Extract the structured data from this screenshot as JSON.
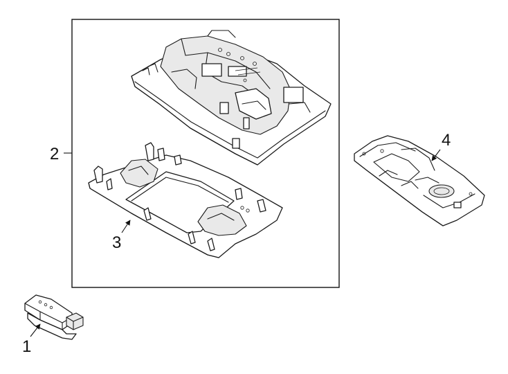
{
  "callouts": {
    "label_1": "1",
    "label_2": "2",
    "label_3": "3",
    "label_4": "4"
  }
}
